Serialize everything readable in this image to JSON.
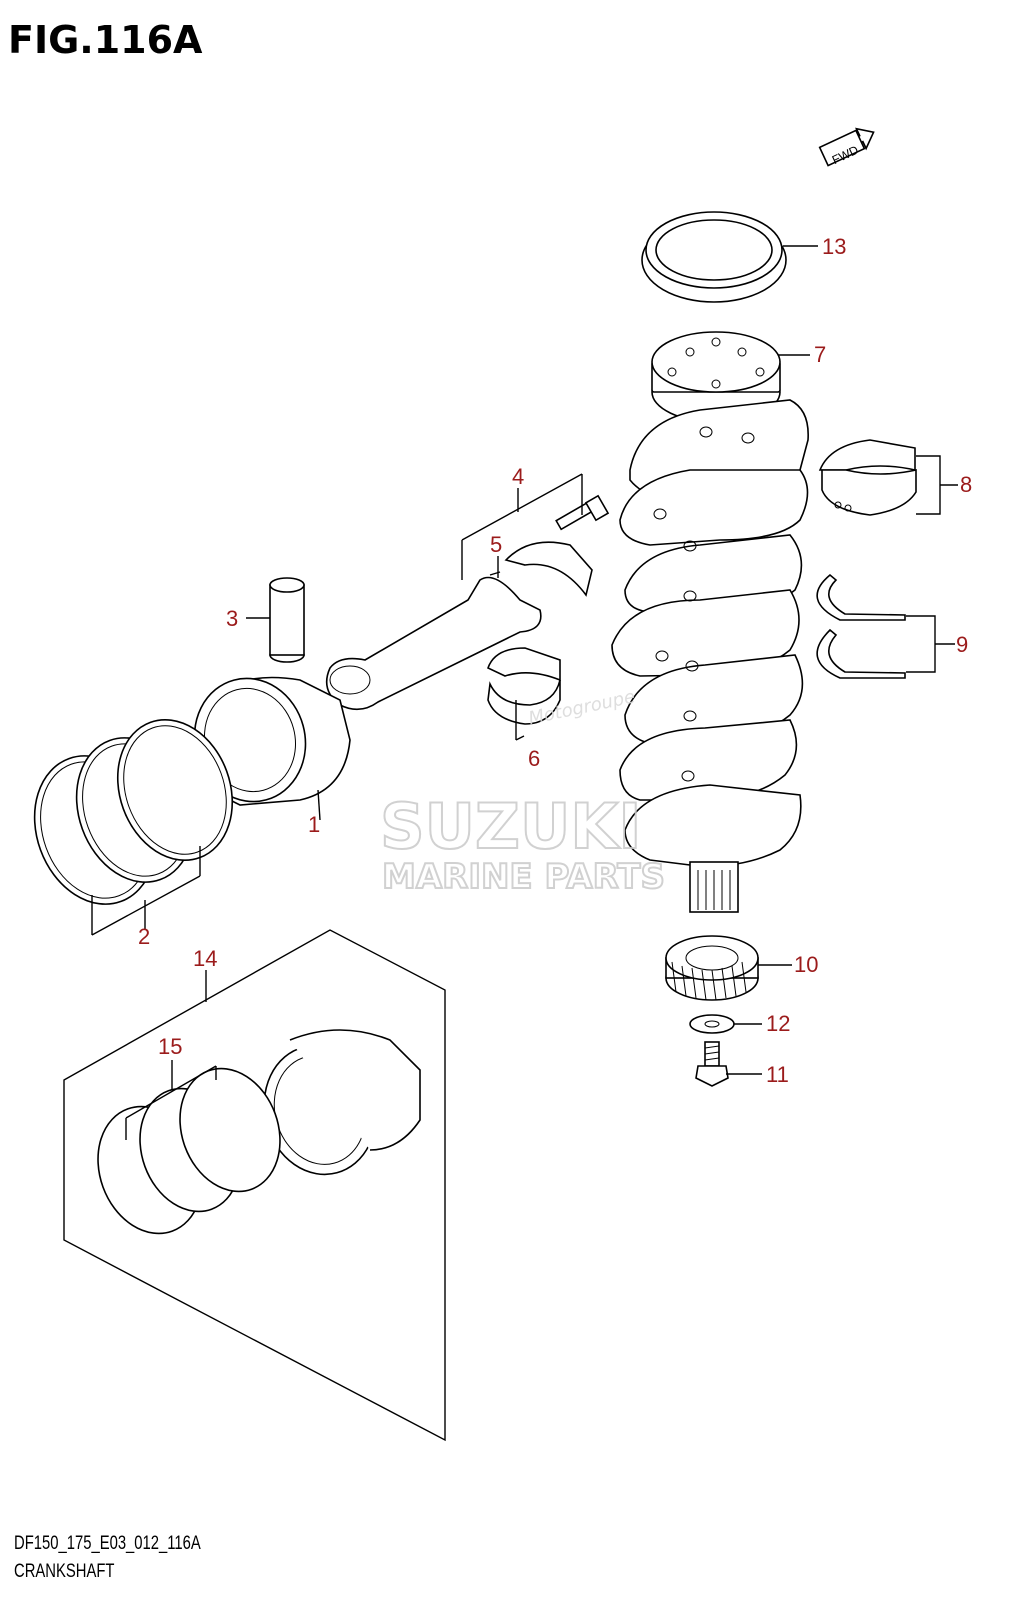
{
  "figure": {
    "title": "FIG.116A",
    "model_code": "DF150_175_E03_012_116A",
    "section_name": "CRANKSHAFT",
    "fwd_label": "FWD"
  },
  "watermark": {
    "brand": "SUZUKI",
    "subtitle": "MARINE PARTS",
    "signature": "Motogroupe"
  },
  "callouts": [
    {
      "id": "1",
      "label": "1"
    },
    {
      "id": "2",
      "label": "2"
    },
    {
      "id": "3",
      "label": "3"
    },
    {
      "id": "4",
      "label": "4"
    },
    {
      "id": "5",
      "label": "5"
    },
    {
      "id": "6",
      "label": "6"
    },
    {
      "id": "7",
      "label": "7"
    },
    {
      "id": "8",
      "label": "8"
    },
    {
      "id": "9",
      "label": "9"
    },
    {
      "id": "10",
      "label": "10"
    },
    {
      "id": "11",
      "label": "11"
    },
    {
      "id": "12",
      "label": "12"
    },
    {
      "id": "13",
      "label": "13"
    },
    {
      "id": "14",
      "label": "14"
    },
    {
      "id": "15",
      "label": "15"
    }
  ],
  "colors": {
    "callout_text": "#9b1b1b",
    "line_art": "#000000",
    "watermark": "#c9c9c9"
  }
}
